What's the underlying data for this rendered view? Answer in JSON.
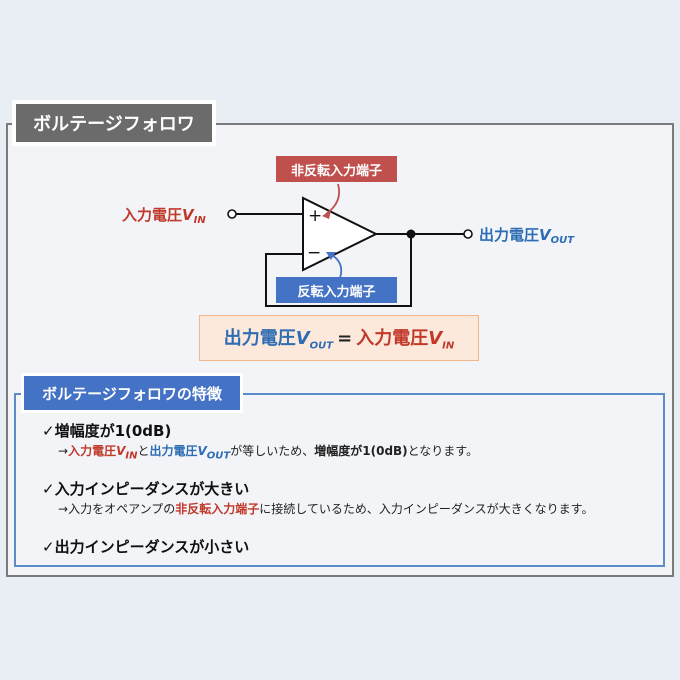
{
  "title": "ボルテージフォロワ",
  "circuit": {
    "input_label": "入力電圧",
    "input_var": "V",
    "input_sub": "IN",
    "output_label": "出力電圧",
    "output_var": "V",
    "output_sub": "OUT",
    "plus_sign": "+",
    "minus_sign": "−",
    "noninverting_tag": "非反転入力端子",
    "inverting_tag": "反転入力端子"
  },
  "formula": {
    "left_text": "出力電圧",
    "left_var": "V",
    "left_sub": "OUT",
    "equals": "=",
    "right_text": "入力電圧",
    "right_var": "V",
    "right_sub": "IN"
  },
  "features": {
    "heading": "ボルテージフォロワの特徴",
    "items": [
      {
        "head": "✓増幅度が1(0dB)",
        "arrow": "→",
        "p1": "入力電圧",
        "p1_var": "V",
        "p1_sub": "IN",
        "p2": "と",
        "p3": "出力電圧",
        "p3_var": "V",
        "p3_sub": "OUT",
        "p4": "が等しいため、",
        "p5": "増幅度が1(0dB)",
        "p6": "となります。"
      },
      {
        "head": "✓入力インピーダンスが大きい",
        "arrow": "→",
        "p1": "入力をオペアンプの",
        "p2": "非反転入力端子",
        "p3": "に接続しているため、入力インピーダンスが大きくなります。"
      },
      {
        "head": "✓出力インピーダンスが小さい"
      }
    ]
  },
  "colors": {
    "red": "#c0392b",
    "blue": "#2e6db3",
    "gray": "#6b6b6b"
  }
}
